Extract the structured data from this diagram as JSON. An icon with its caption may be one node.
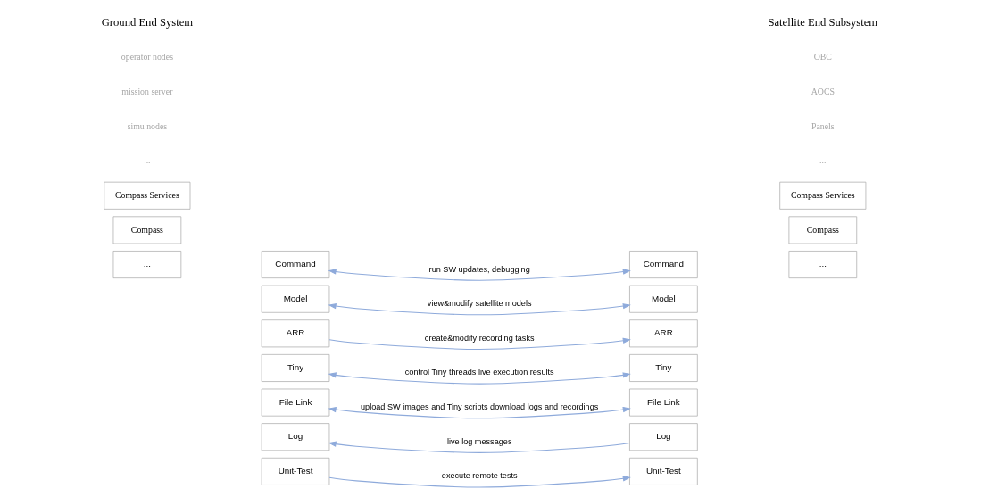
{
  "diagram": {
    "nodes": [
      {
        "text": [
          "Compass Services"
        ]
      },
      {
        "text": [
          "Compass"
        ]
      },
      {
        "text": [
          "..."
        ]
      },
      {
        "text": [
          "Command"
        ]
      },
      {
        "text": [
          "Model"
        ]
      },
      {
        "text": [
          "ARR"
        ]
      },
      {
        "text": [
          "Tiny"
        ]
      },
      {
        "text": [
          "File Link"
        ]
      },
      {
        "text": [
          "Log"
        ]
      },
      {
        "text": [
          "Unit-Test"
        ]
      },
      {
        "text": [
          "Command"
        ]
      },
      {
        "text": [
          "Model"
        ]
      },
      {
        "text": [
          "ARR"
        ]
      },
      {
        "text": [
          "Tiny"
        ]
      },
      {
        "text": [
          "File Link"
        ]
      },
      {
        "text": [
          "Log"
        ]
      },
      {
        "text": [
          "Unit-Test"
        ]
      },
      {
        "text": [
          "Compass Services"
        ]
      },
      {
        "text": [
          "Compass"
        ]
      },
      {
        "text": [
          "..."
        ]
      }
    ],
    "edges": [
      {
        "from": 3,
        "to": 10,
        "arrow": "both",
        "label": "run SW updates, debugging"
      },
      {
        "from": 4,
        "to": 11,
        "arrow": "both",
        "label": "view&modify satellite models"
      },
      {
        "from": 5,
        "to": 12,
        "arrow": "to",
        "label": "create&modify recording tasks"
      },
      {
        "from": 6,
        "to": 13,
        "arrow": "both",
        "label": "control Tiny threads live execution results"
      },
      {
        "from": 7,
        "to": 14,
        "arrow": "both",
        "label": "upload SW images and Tiny scripts download logs and recordings"
      },
      {
        "from": 15,
        "to": 8,
        "arrow": "to",
        "label": "live log messages"
      },
      {
        "from": 9,
        "to": 16,
        "arrow": "to",
        "label": "execute remote tests"
      }
    ],
    "labels": [
      "Ground End System",
      "Satellite End Subsystem",
      "operator nodes",
      "mission server",
      "simu nodes",
      "...",
      "OBC",
      "AOCS",
      "Panels",
      "..."
    ]
  }
}
